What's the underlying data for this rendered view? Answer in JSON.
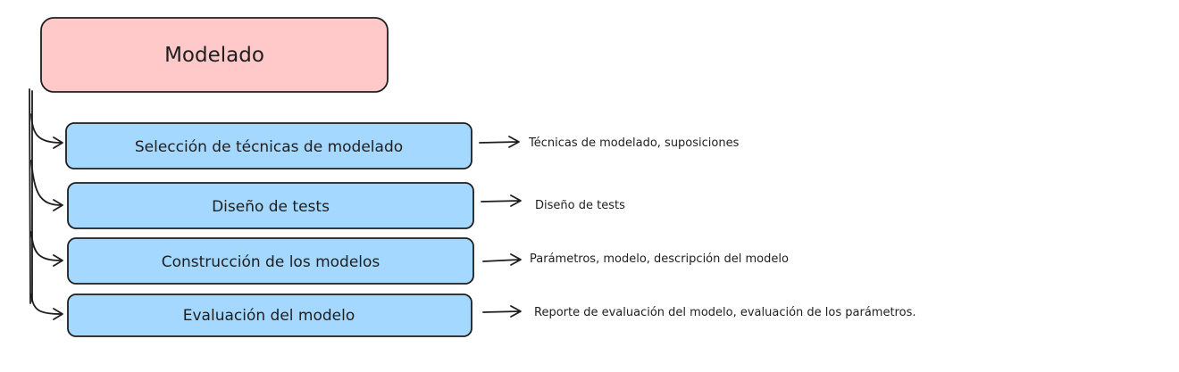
{
  "title": {
    "label": "Modelado",
    "fill": "#ffc9c9"
  },
  "colors": {
    "step_fill": "#a5d8ff",
    "stroke": "#1e1e1e"
  },
  "steps": [
    {
      "label": "Selección de técnicas de modelado",
      "output": "Técnicas de modelado, suposiciones"
    },
    {
      "label": "Diseño de tests",
      "output": "Diseño de tests"
    },
    {
      "label": "Construcción de los modelos",
      "output": "Parámetros, modelo, descripción del modelo"
    },
    {
      "label": "Evaluación del modelo",
      "output": "Reporte de evaluación del modelo, evaluación de los parámetros."
    }
  ]
}
